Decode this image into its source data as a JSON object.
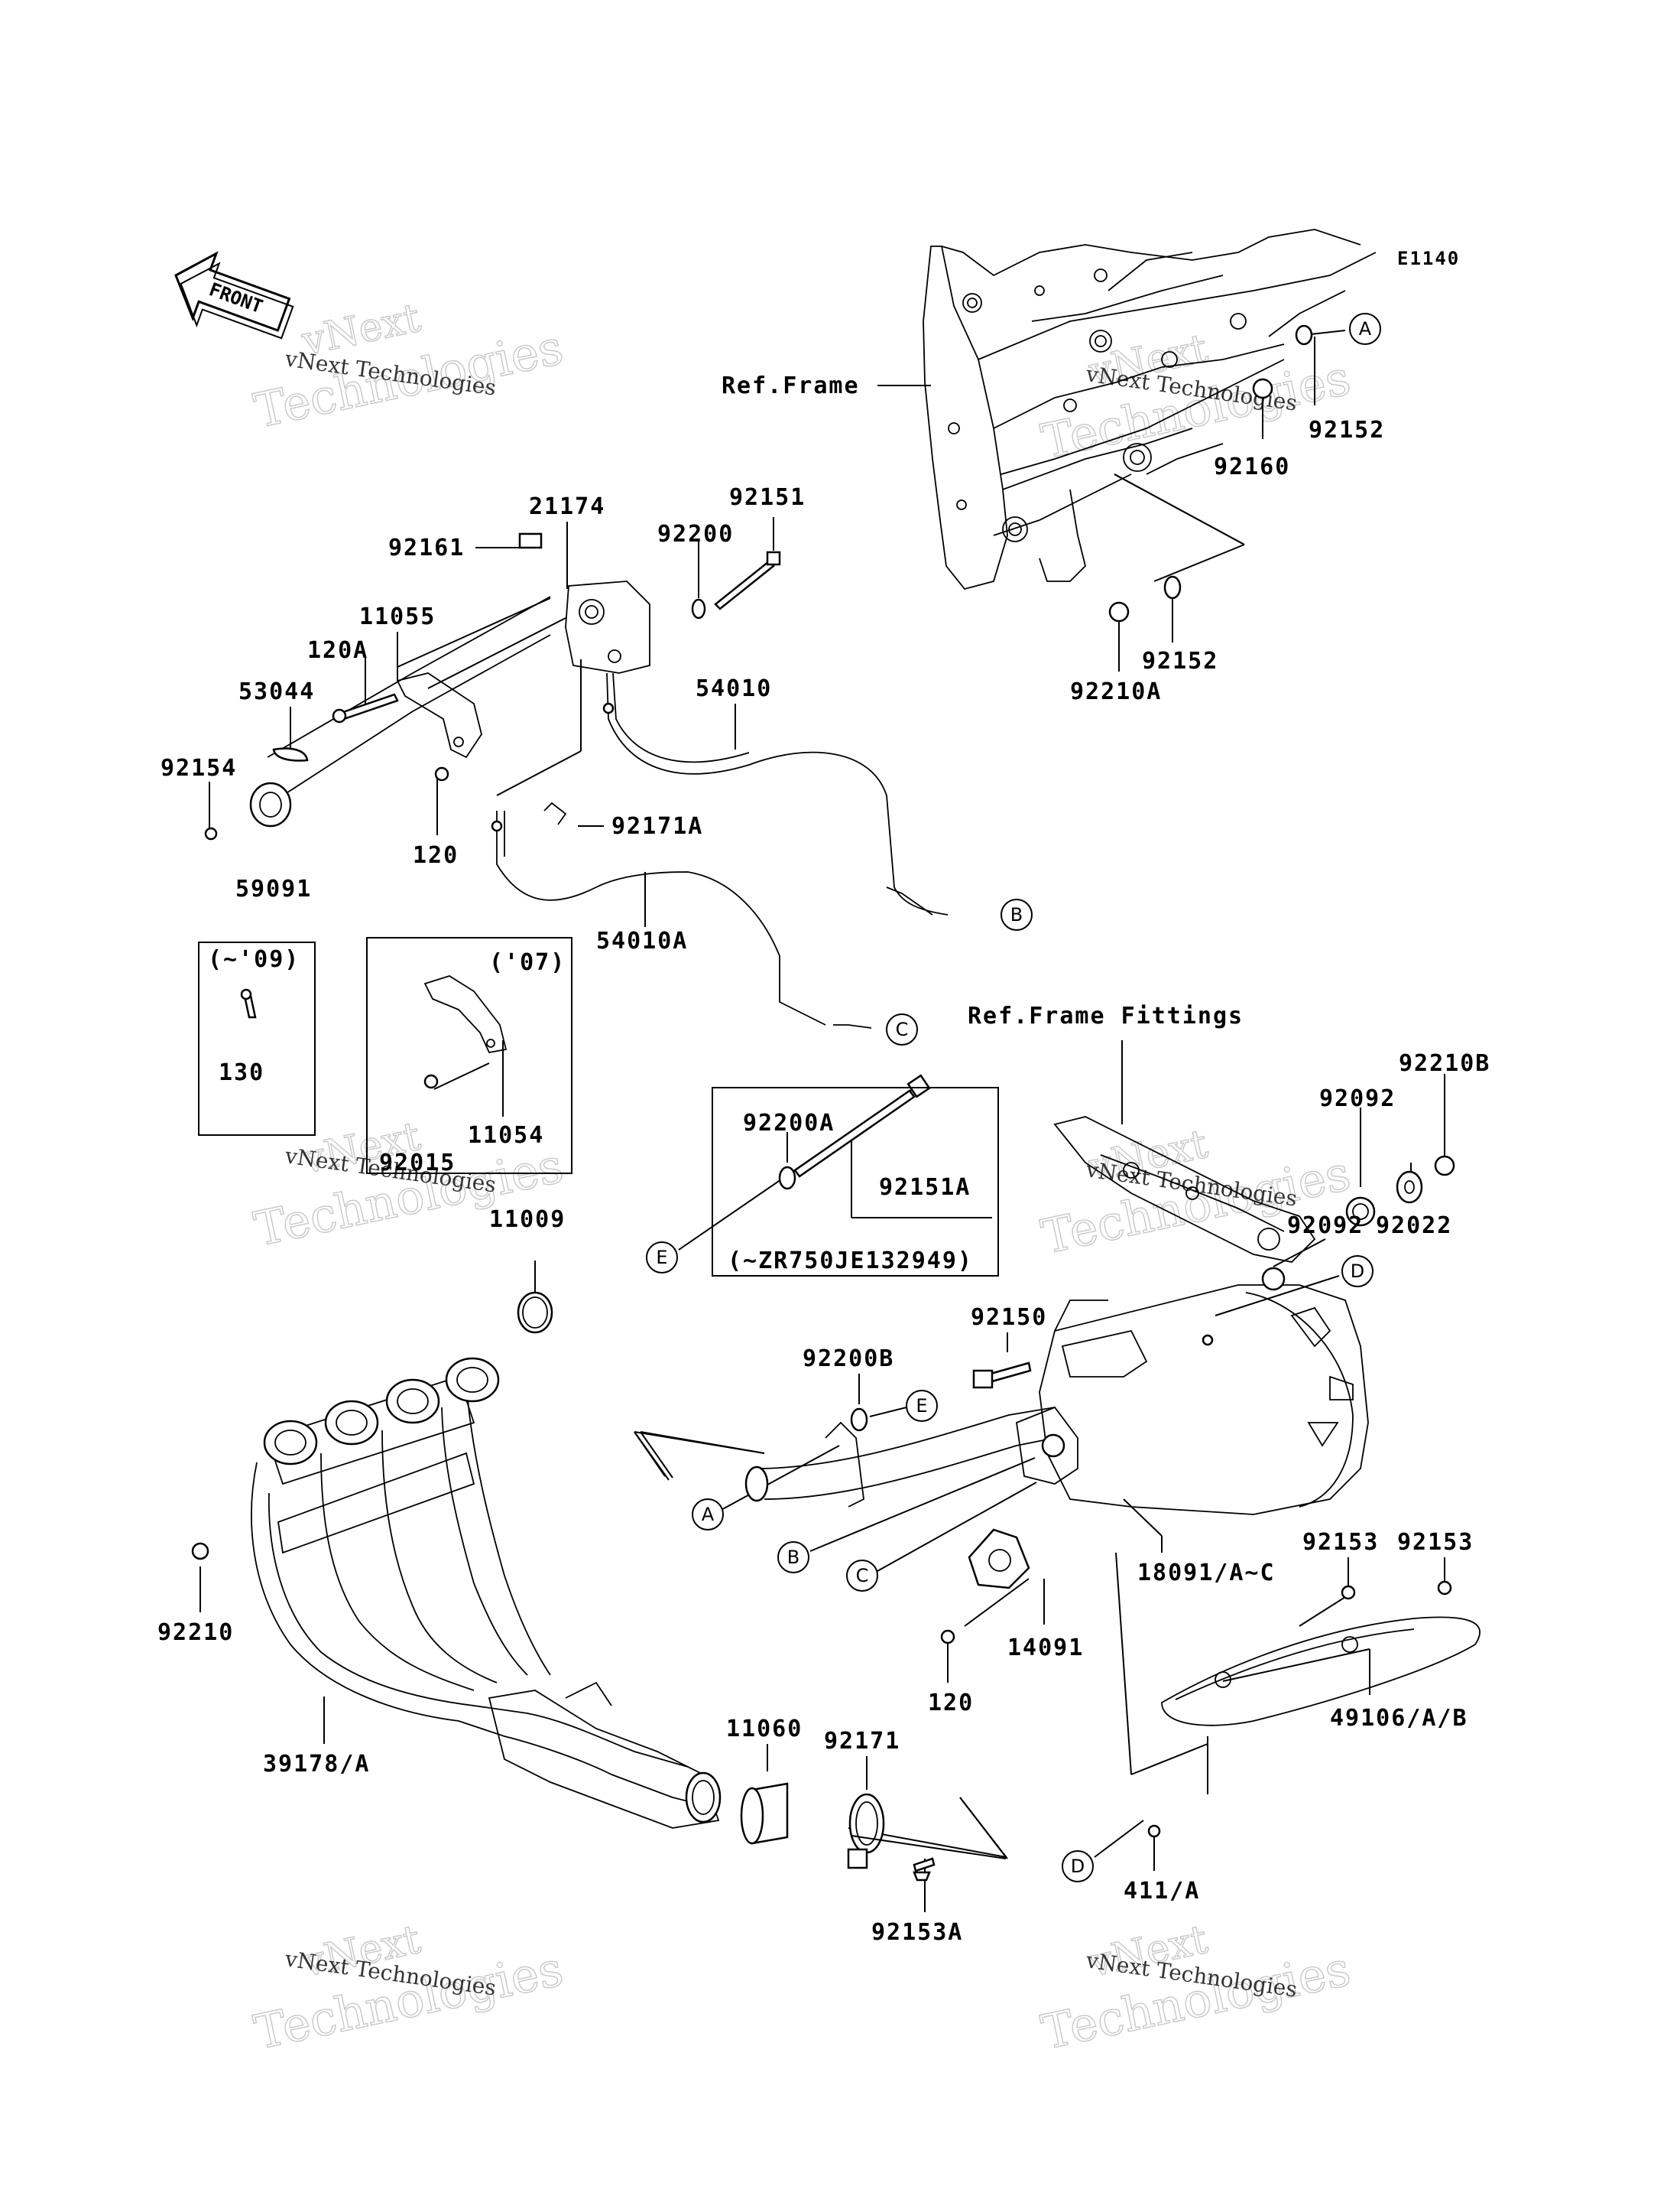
{
  "diagram_code": "E1140",
  "front_label": "FRONT",
  "watermark": {
    "brand": "vNext",
    "line": "vNext Technologies",
    "word": "Technologies"
  },
  "ref_frame": "Ref.Frame",
  "ref_frame_fittings": "Ref.Frame Fittings",
  "callouts": {
    "A": "A",
    "B": "B",
    "C": "C",
    "D": "D",
    "E": "E"
  },
  "parts": {
    "p92152_top": "92152",
    "p92160": "92160",
    "p92152_bot": "92152",
    "p92210A": "92210A",
    "p21174": "21174",
    "p92161": "92161",
    "p92151": "92151",
    "p92200": "92200",
    "p11055": "11055",
    "p120A": "120A",
    "p53044": "53044",
    "p92154": "92154",
    "p59091": "59091",
    "p120_top": "120",
    "p54010": "54010",
    "p92171A": "92171A",
    "p54010A": "54010A",
    "p130": "130",
    "p11054": "11054",
    "p92015": "92015",
    "p92200A": "92200A",
    "p92151A": "92151A",
    "p92210B": "92210B",
    "p92092_top": "92092",
    "p92022": "92022",
    "p92092_bot": "92092",
    "p11009": "11009",
    "p92150": "92150",
    "p92200B": "92200B",
    "p92210": "92210",
    "p18091": "18091/A~C",
    "p92153_l": "92153",
    "p92153_r": "92153",
    "p14091": "14091",
    "p120_bot": "120",
    "p49106": "49106/A/B",
    "p39178": "39178/A",
    "p11060": "11060",
    "p92171": "92171",
    "p92153A": "92153A",
    "p411": "411/A"
  },
  "notes": {
    "box09": "(~'09)",
    "box07": "('07)",
    "serial": "(~ZR750JE132949)"
  }
}
